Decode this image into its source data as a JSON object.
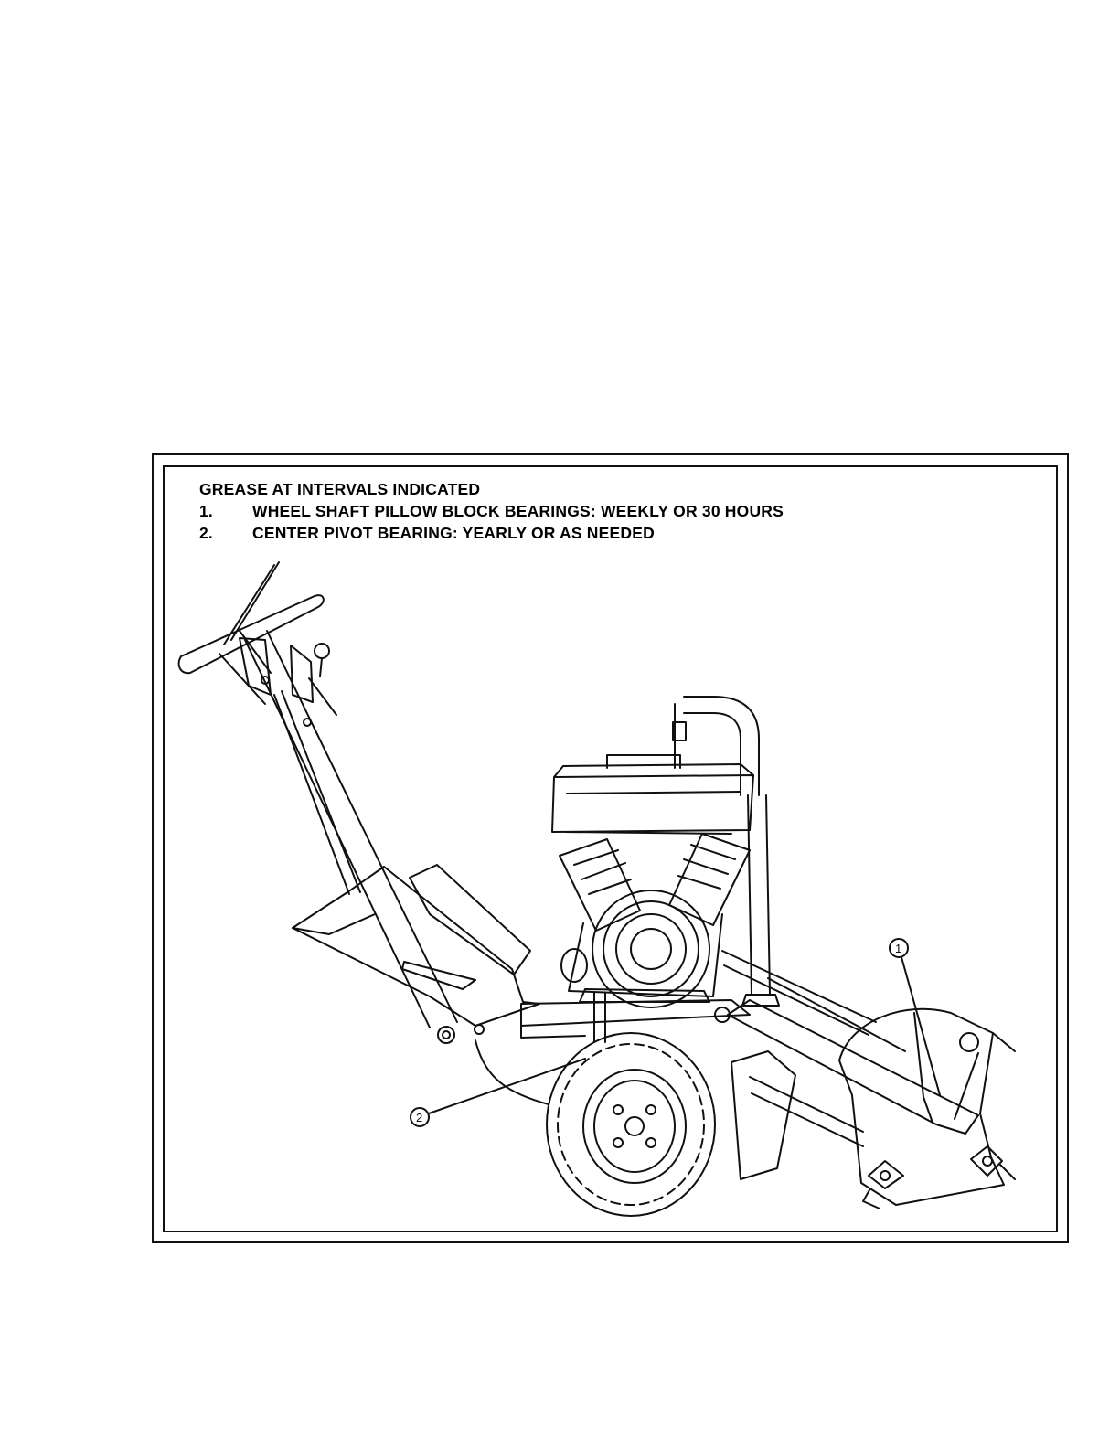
{
  "notes": {
    "title": "GREASE AT INTERVALS INDICATED",
    "items": [
      {
        "number": "1.",
        "text": "WHEEL SHAFT PILLOW BLOCK BEARINGS: WEEKLY OR 30 HOURS"
      },
      {
        "number": "2.",
        "text": "CENTER PIVOT BEARING: YEARLY OR AS NEEDED"
      }
    ]
  },
  "callouts": [
    {
      "label": "1",
      "refers_to": "WHEEL SHAFT PILLOW BLOCK BEARINGS"
    },
    {
      "label": "2",
      "refers_to": "CENTER PIVOT BEARING"
    }
  ],
  "colors": {
    "line": "#111111",
    "background": "#ffffff"
  }
}
